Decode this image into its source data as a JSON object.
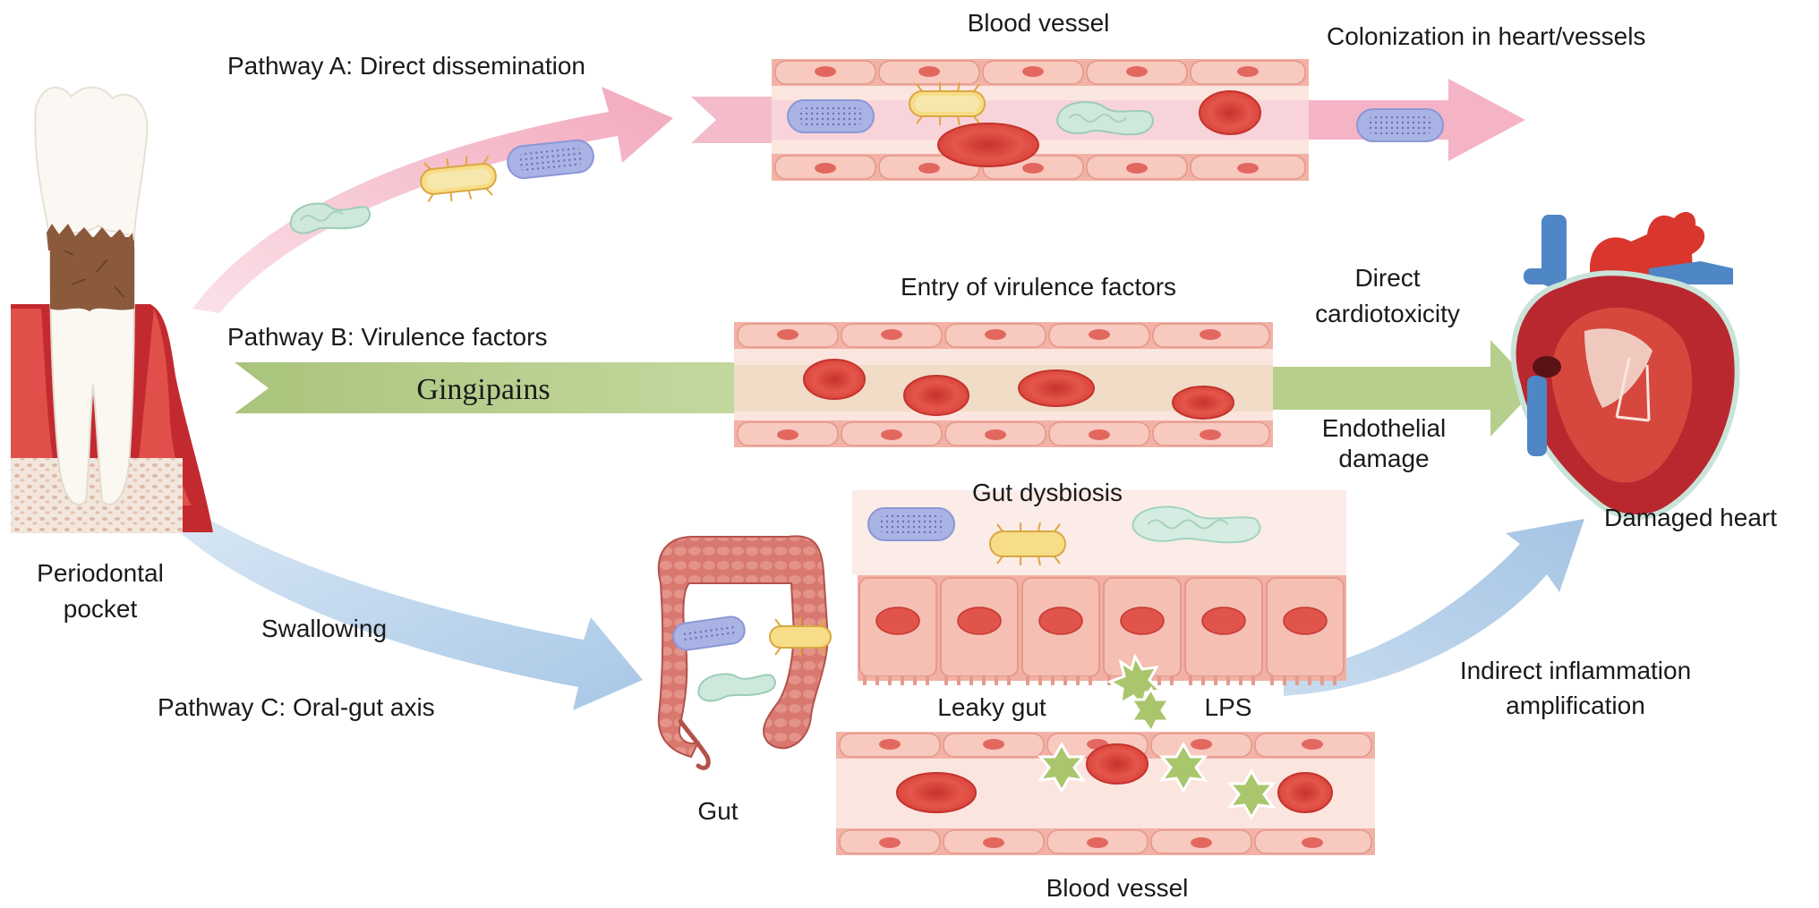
{
  "labels": {
    "pathway_a": "Pathway A: Direct dissemination",
    "blood_vessel_top": "Blood vessel",
    "colonization": "Colonization in heart/vessels",
    "pathway_b": "Pathway B: Virulence factors",
    "gingipains": "Gingipains",
    "entry_virulence": "Entry of virulence factors",
    "direct_line1": "Direct",
    "direct_line2": "cardiotoxicity",
    "endothelial_line1": "Endothelial",
    "endothelial_line2": "damage",
    "damaged_heart": "Damaged heart",
    "periodontal_line1": "Periodontal",
    "periodontal_line2": "pocket",
    "swallowing": "Swallowing",
    "pathway_c": "Pathway C: Oral-gut axis",
    "gut_dysbiosis": "Gut dysbiosis",
    "leaky_gut": "Leaky gut",
    "lps": "LPS",
    "indirect_line1": "Indirect inflammation",
    "indirect_line2": "amplification",
    "gut": "Gut",
    "blood_vessel_bottom": "Blood vessel"
  },
  "colors": {
    "pathway_a_arrow": "#f3b6c6",
    "pathway_b_arrow": "#b5cd8c",
    "pathway_c_arrow": "#b9d3ea",
    "vessel_wall": "#f2b2a6",
    "vessel_lumen": "#fbe5df",
    "red_blood_cell": "#e0473f",
    "lps_star": "#a9c66d",
    "heart_muscle": "#b8282e",
    "artery": "#d9362e",
    "vein": "#4f86c6"
  }
}
